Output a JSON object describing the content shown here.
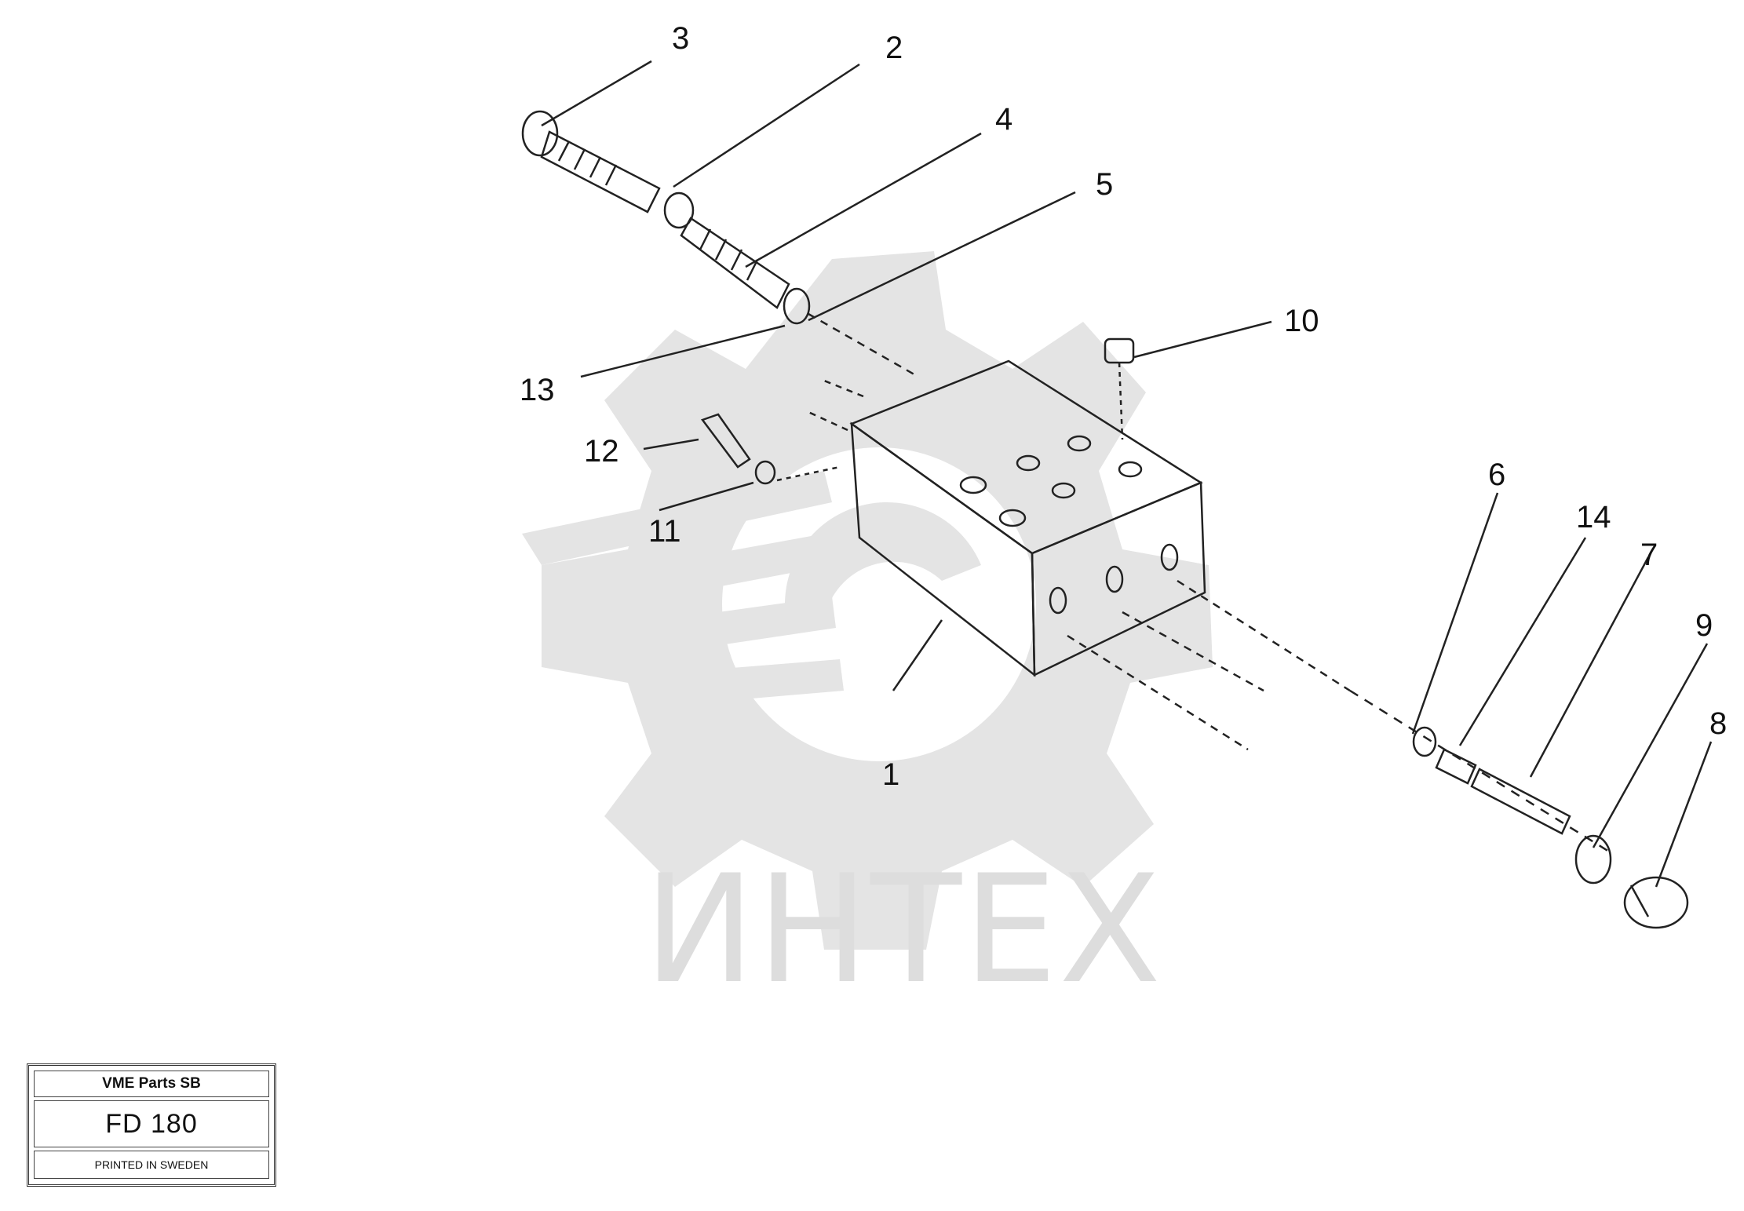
{
  "watermark": {
    "text": "ИНТЕХ"
  },
  "callouts": {
    "c1": "1",
    "c2": "2",
    "c3": "3",
    "c4": "4",
    "c5": "5",
    "c6": "6",
    "c7": "7",
    "c8": "8",
    "c9": "9",
    "c10": "10",
    "c11": "11",
    "c12": "12",
    "c13": "13",
    "c14": "14"
  },
  "title_block": {
    "line1": "VME Parts SB",
    "code": "FD 180",
    "line3": "PRINTED IN SWEDEN"
  }
}
